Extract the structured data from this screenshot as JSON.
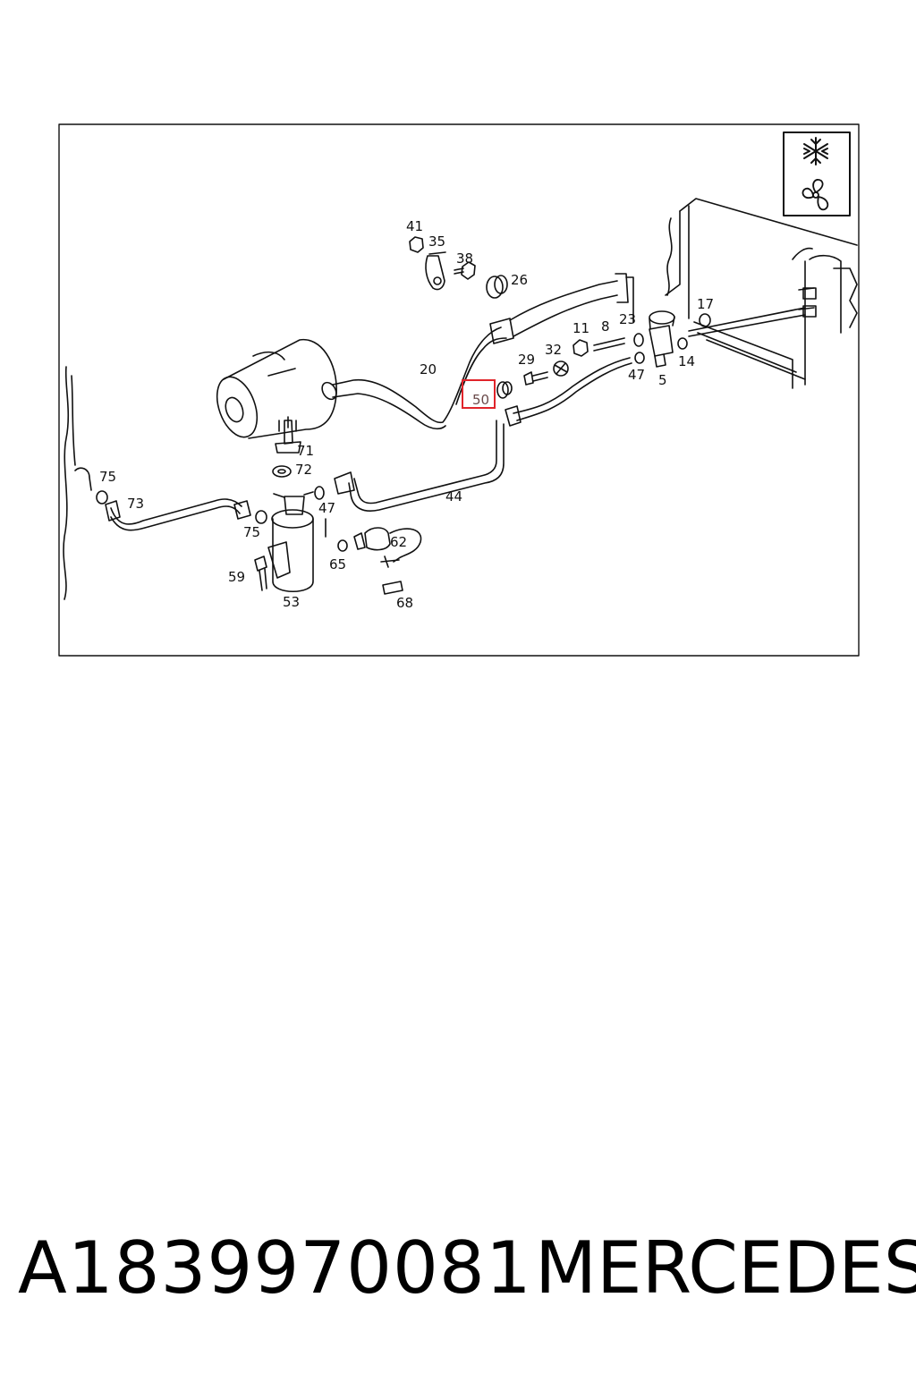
{
  "diagram": {
    "callouts": [
      "41",
      "35",
      "38",
      "26",
      "17",
      "11",
      "8",
      "23",
      "29",
      "32",
      "20",
      "50",
      "47",
      "5",
      "14",
      "71",
      "72",
      "75",
      "73",
      "44",
      "47",
      "75",
      "59",
      "53",
      "65",
      "62",
      "68"
    ],
    "highlighted_callout": "50",
    "icons": [
      "snowflake-icon",
      "fan-icon"
    ],
    "highlight_color": "#e0242a"
  },
  "footer": {
    "part_number": "A1839970081",
    "brand": "MERCEDES"
  }
}
